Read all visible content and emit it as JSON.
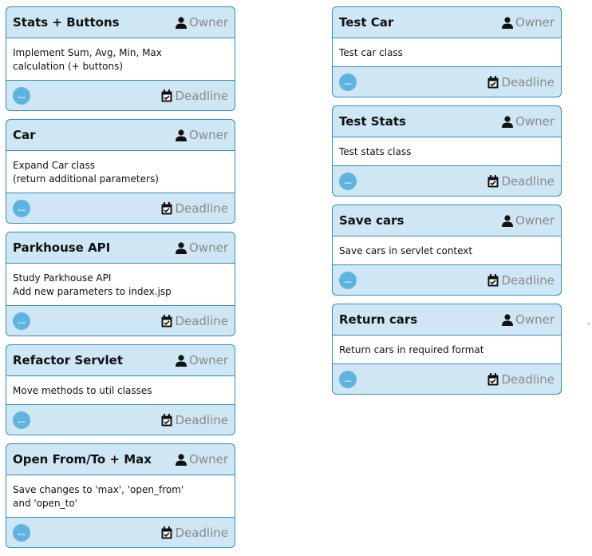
{
  "labels": {
    "owner": "Owner",
    "deadline": "Deadline",
    "more": "..."
  },
  "left_cards": [
    {
      "title": "Stats + Buttons",
      "body": "Implement Sum, Avg, Min, Max\ncalculation (+ buttons)"
    },
    {
      "title": "Car",
      "body": "Expand Car class\n(return additional parameters)"
    },
    {
      "title": "Parkhouse API",
      "body": "Study Parkhouse API\nAdd new parameters to index.jsp"
    },
    {
      "title": "Refactor Servlet",
      "body": "Move methods to util classes"
    },
    {
      "title": "Open From/To + Max",
      "body": "Save changes to 'max', 'open_from'\nand 'open_to'"
    }
  ],
  "right_cards": [
    {
      "title": "Test Car",
      "body": "Test car class"
    },
    {
      "title": "Test Stats",
      "body": "Test stats class"
    },
    {
      "title": "Save cars",
      "body": "Save cars in servlet context"
    },
    {
      "title": "Return cars",
      "body": "Return cars in required format"
    }
  ],
  "colors": {
    "card_bg": "#cfe6f4",
    "border": "#2e8fb9",
    "button": "#5eb3e0",
    "muted": "#8a8a8a"
  },
  "icons": {
    "owner": "person-icon",
    "deadline": "calendar-check-icon"
  }
}
